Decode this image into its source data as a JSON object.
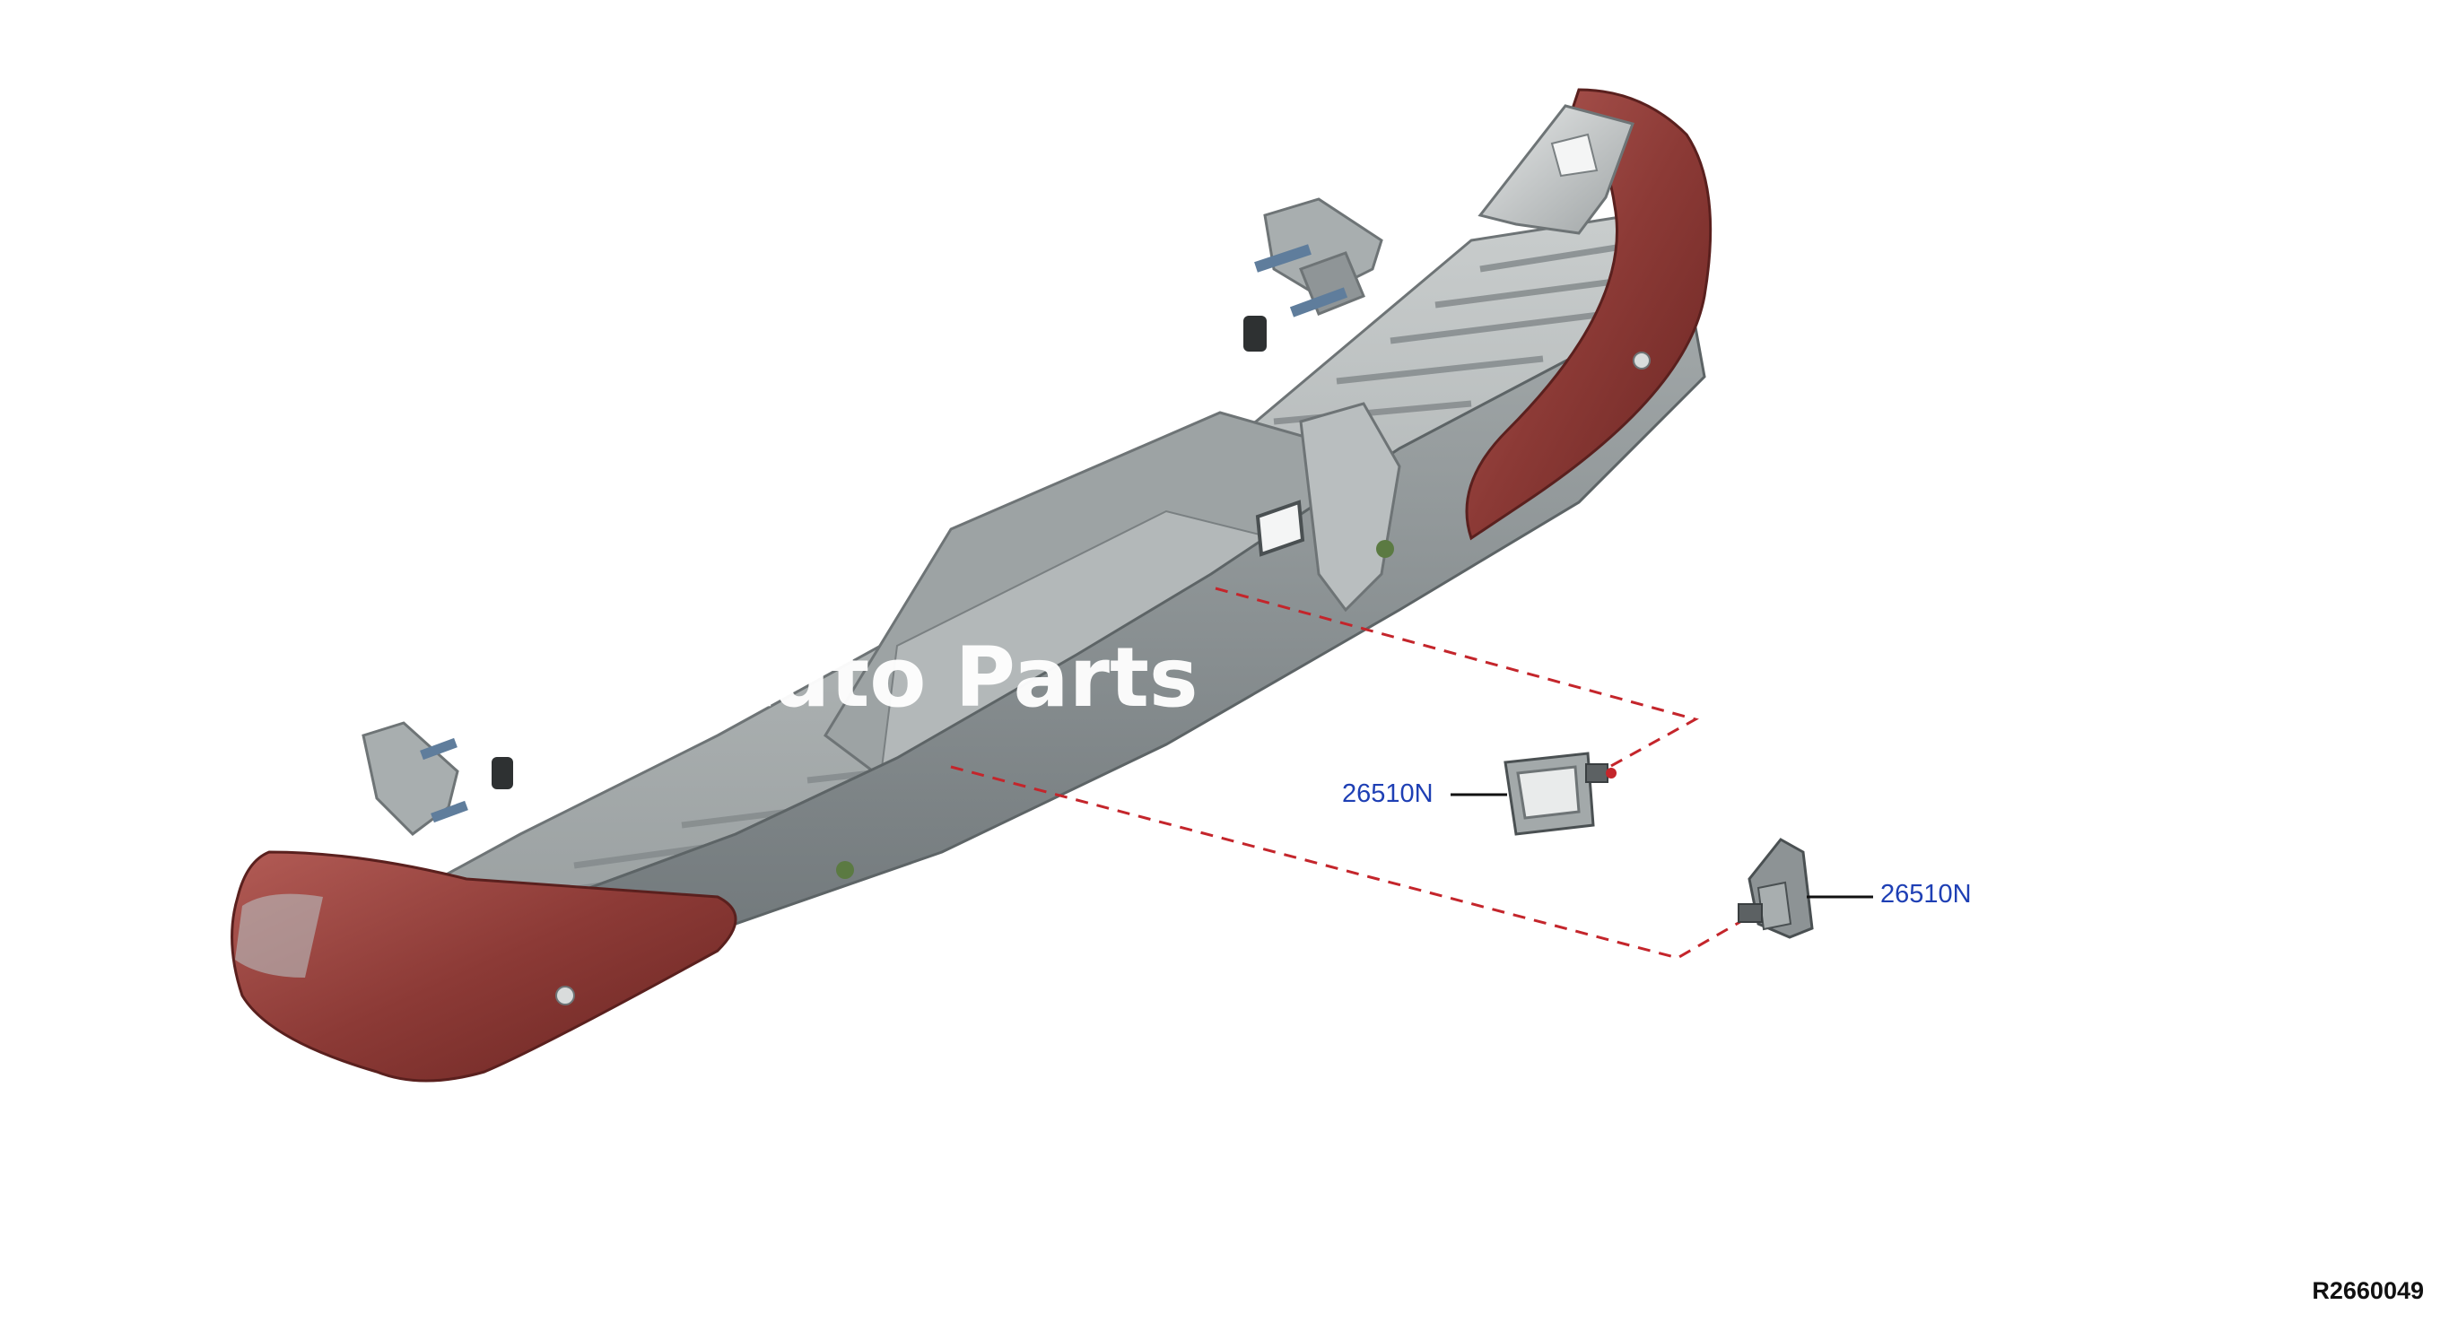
{
  "diagram": {
    "callouts": [
      {
        "part_number": "26510N"
      },
      {
        "part_number": "26510N"
      }
    ],
    "reference_code": "R2660049",
    "watermark_text": "Giant Auto Parts"
  },
  "colors": {
    "callout_text": "#1e3fb4",
    "leader_line": "#111111",
    "dashed_line": "#c4252b",
    "bumper_body": "#8a8f90",
    "bumper_end_caps": "#8c3a36",
    "background": "#ffffff"
  }
}
